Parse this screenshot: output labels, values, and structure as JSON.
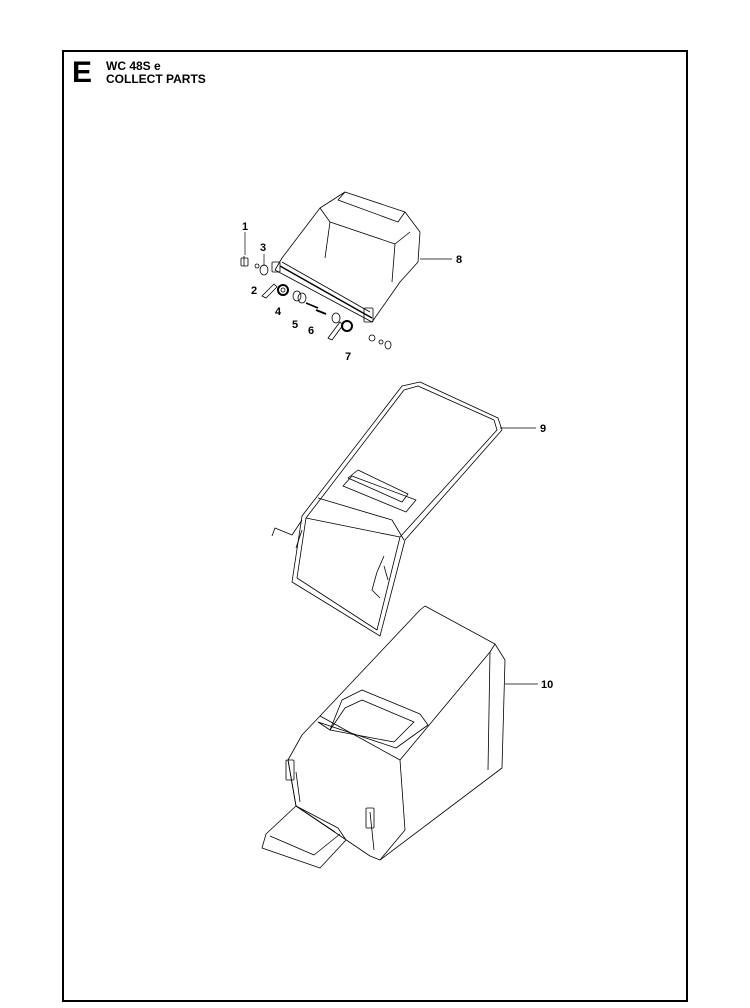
{
  "header": {
    "section_letter": "E",
    "model": "WC 48S e",
    "title": "COLLECT PARTS"
  },
  "callouts": [
    "1",
    "2",
    "3",
    "4",
    "5",
    "6",
    "7",
    "8",
    "9",
    "10"
  ]
}
